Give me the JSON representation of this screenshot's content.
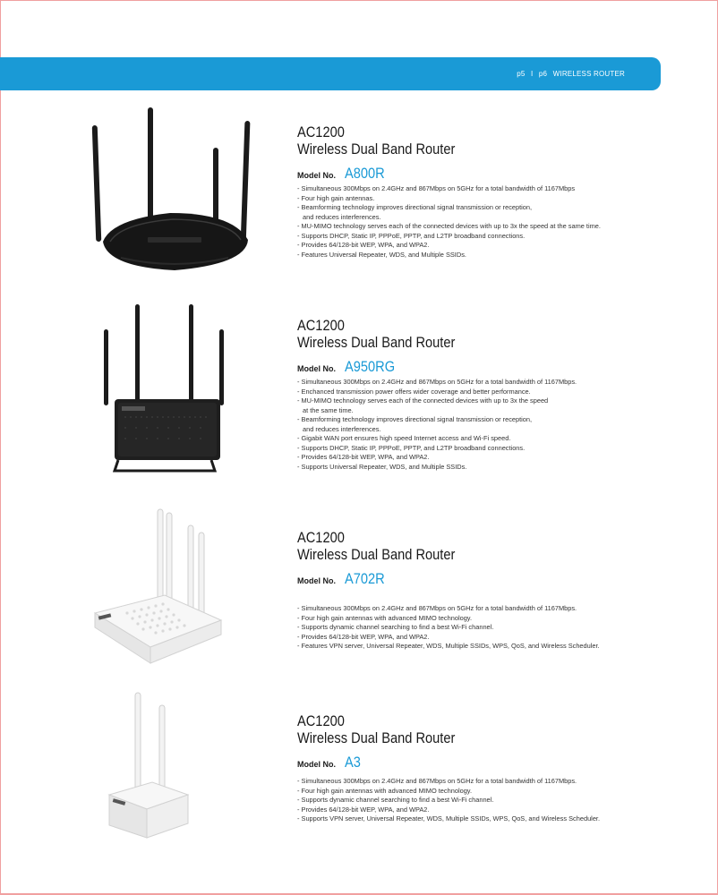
{
  "header": {
    "page_left": "p5",
    "separator": "I",
    "page_right": "p6",
    "section": "WIRELESS ROUTER"
  },
  "products": [
    {
      "title_line1": "AC1200",
      "title_line2": "Wireless Dual Band Router",
      "model_label": "Model No.",
      "model": "A800R",
      "features": [
        "-  Simultaneous 300Mbps on 2.4GHz and 867Mbps on 5GHz for a total bandwidth of 1167Mbps",
        "-  Four high gain antennas.",
        "-  Beamforming technology improves directional signal transmission or reception,",
        "   and reduces interferences.",
        "-  MU-MIMO technology serves each of the connected devices with up to 3x the speed at the same time.",
        "-  Supports DHCP, Static IP, PPPoE, PPTP, and L2TP broadband connections.",
        "-  Provides 64/128-bit WEP, WPA, and WPA2.",
        "-  Features Universal Repeater, WDS, and Multiple SSIDs."
      ]
    },
    {
      "title_line1": "AC1200",
      "title_line2": "Wireless Dual Band Router",
      "model_label": "Model No.",
      "model": "A950RG",
      "features": [
        "-  Simultaneous 300Mbps on 2.4GHz and 867Mbps on 5GHz for a total bandwidth of 1167Mbps.",
        "-  Enchanced transmission power offers wider coverage and better performance.",
        "-  MU-MIMO technology serves each of the connected devices with up to 3x the speed",
        "   at the same time.",
        "-  Beamforming technology improves directional signal transmission or reception,",
        "   and reduces interferences.",
        "-  Gigabit WAN port ensures high speed Internet access and Wi-Fi speed.",
        "-  Supports DHCP, Static IP, PPPoE, PPTP, and L2TP broadband connections.",
        "-  Provides 64/128-bit WEP, WPA, and WPA2.",
        "-  Supports Universal Repeater, WDS, and Multiple SSIDs."
      ]
    },
    {
      "title_line1": "AC1200",
      "title_line2": "Wireless Dual Band Router",
      "model_label": "Model No.",
      "model": "A702R",
      "features": [
        "- Simultaneous 300Mbps on 2.4GHz and 867Mbps on 5GHz for a total bandwidth of 1167Mbps.",
        "- Four high gain antennas with advanced MIMO technology.",
        "- Supports dynamic channel searching to find a best  Wi-Fi channel.",
        "- Provides 64/128-bit WEP, WPA, and WPA2.",
        "- Features VPN server, Universal Repeater, WDS, Multiple SSIDs, WPS, QoS, and Wireless Scheduler."
      ]
    },
    {
      "title_line1": "AC1200",
      "title_line2": "Wireless Dual Band Router",
      "model_label": "Model No.",
      "model": "A3",
      "features": [
        "- Simultaneous 300Mbps on 2.4GHz and 867Mbps on 5GHz for a total bandwidth of 1167Mbps.",
        "- Four high gain antennas with advanced MIMO technology.",
        "- Supports dynamic channel searching to find a best  Wi-Fi channel.",
        "- Provides 64/128-bit WEP, WPA, and WPA2.",
        "- Supports VPN server, Universal Repeater, WDS, Multiple SSIDs, WPS, QoS, and Wireless Scheduler."
      ]
    }
  ],
  "colors": {
    "accent": "#1a9ad6",
    "text": "#1a1a1a",
    "border": "#f0a0a0"
  }
}
